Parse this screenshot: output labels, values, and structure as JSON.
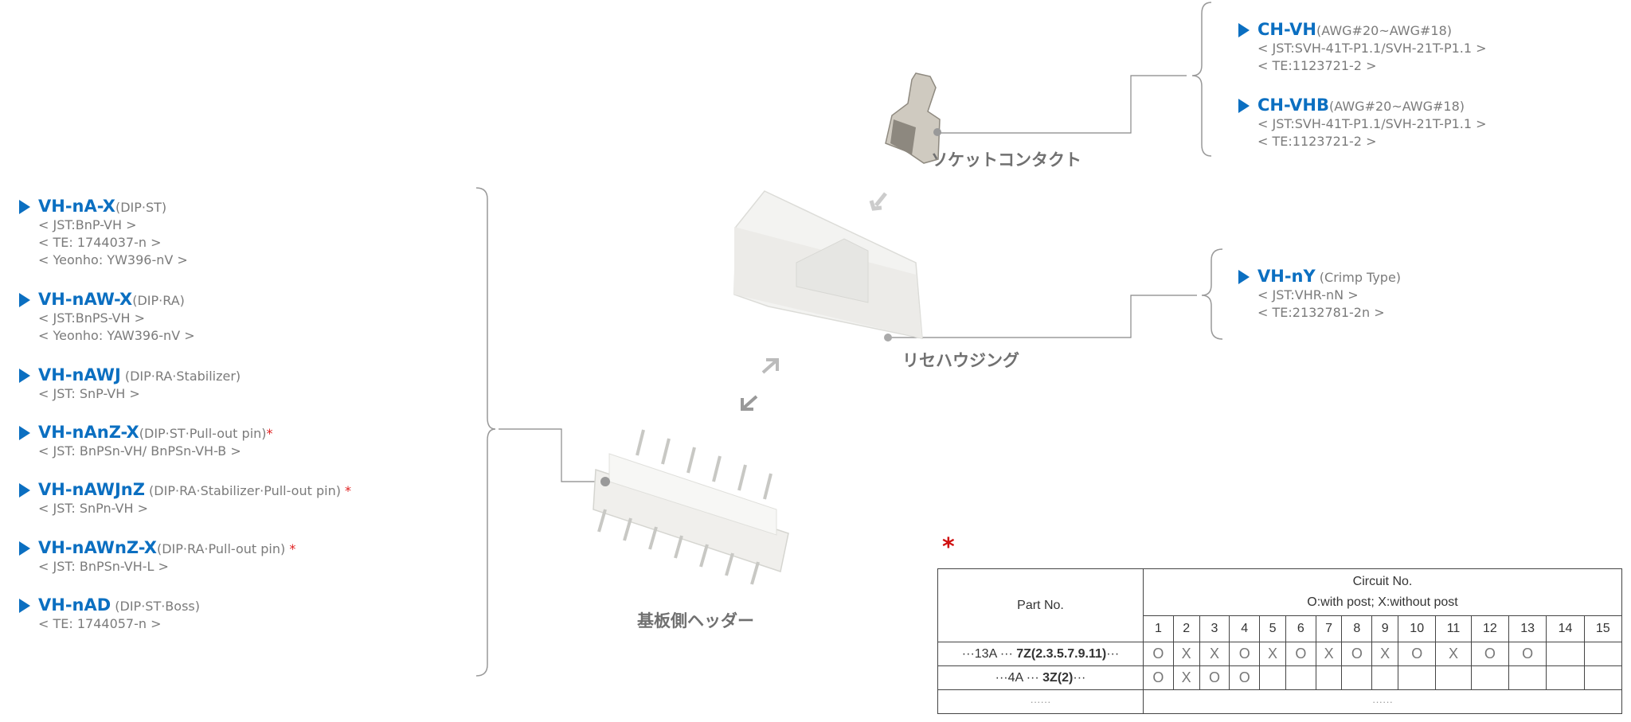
{
  "colors": {
    "accent": "#0b6fc1",
    "text_gray": "#7b7b7b",
    "asterisk": "#e02020"
  },
  "header_products": [
    {
      "title": "VH-nA-X",
      "desc": "(DIP·ST)",
      "star": "",
      "subs": [
        "< JST:BnP-VH >",
        "< TE: 1744037-n >",
        "< Yeonho: YW396-nV >"
      ]
    },
    {
      "title": "VH-nAW-X",
      "desc": "(DIP·RA)",
      "star": "",
      "subs": [
        "< JST:BnPS-VH >",
        "< Yeonho: YAW396-nV >"
      ]
    },
    {
      "title": "VH-nAWJ",
      "desc": " (DIP·RA·Stabilizer)",
      "star": "",
      "subs": [
        "< JST: SnP-VH >"
      ]
    },
    {
      "title": "VH-nAnZ-X",
      "desc": "(DIP·ST·Pull-out pin)",
      "star": "*",
      "subs": [
        "< JST: BnPSn-VH/ BnPSn-VH-B >"
      ]
    },
    {
      "title": "VH-nAWJnZ",
      "desc": " (DIP·RA·Stabilizer·Pull-out pin) ",
      "star": "*",
      "subs": [
        "< JST: SnPn-VH >"
      ]
    },
    {
      "title": "VH-nAWnZ-X",
      "desc": "(DIP·RA·Pull-out pin) ",
      "star": "*",
      "subs": [
        "< JST: BnPSn-VH-L >"
      ]
    },
    {
      "title": "VH-nAD",
      "desc": " (DIP·ST·Boss)",
      "star": "",
      "subs": [
        "< TE: 1744057-n >"
      ]
    }
  ],
  "contact_products": [
    {
      "title": "CH-VH",
      "desc": "(AWG#20~AWG#18)",
      "subs": [
        "< JST:SVH-41T-P1.1/SVH-21T-P1.1 >",
        "< TE:1123721-2 >"
      ]
    },
    {
      "title": "CH-VHB",
      "desc": "(AWG#20~AWG#18)",
      "subs": [
        "< JST:SVH-41T-P1.1/SVH-21T-P1.1 >",
        "< TE:1123721-2 >"
      ]
    }
  ],
  "housing_products": [
    {
      "title": "VH-nY",
      "desc": " (Crimp Type)",
      "subs": [
        "< JST:VHR-nN >",
        "< TE:2132781-2n >"
      ]
    }
  ],
  "labels": {
    "socket_contact": "ソケットコンタクト",
    "housing": "リセハウジング",
    "header": "基板側ヘッダー"
  },
  "table": {
    "asterisk": "*",
    "part_no_header": "Part No.",
    "circuit_header": "Circuit No.",
    "legend": "O:with post;  X:without post",
    "columns": [
      "1",
      "2",
      "3",
      "4",
      "5",
      "6",
      "7",
      "8",
      "9",
      "10",
      "11",
      "12",
      "13",
      "14",
      "15"
    ],
    "rows": [
      {
        "part_prefix": "···13A ··· ",
        "part_bold": "7Z(2.3.5.7.9.11)",
        "part_suffix": "···",
        "marks": [
          "O",
          "X",
          "X",
          "O",
          "X",
          "O",
          "X",
          "O",
          "X",
          "O",
          "X",
          "O",
          "O",
          "",
          ""
        ]
      },
      {
        "part_prefix": "···4A ··· ",
        "part_bold": "3Z(2)",
        "part_suffix": "···",
        "marks": [
          "O",
          "X",
          "O",
          "O",
          "",
          "",
          "",
          "",
          "",
          "",
          "",
          "",
          "",
          "",
          ""
        ]
      }
    ],
    "ellipsis_part": "······",
    "ellipsis_circuit": "······"
  }
}
